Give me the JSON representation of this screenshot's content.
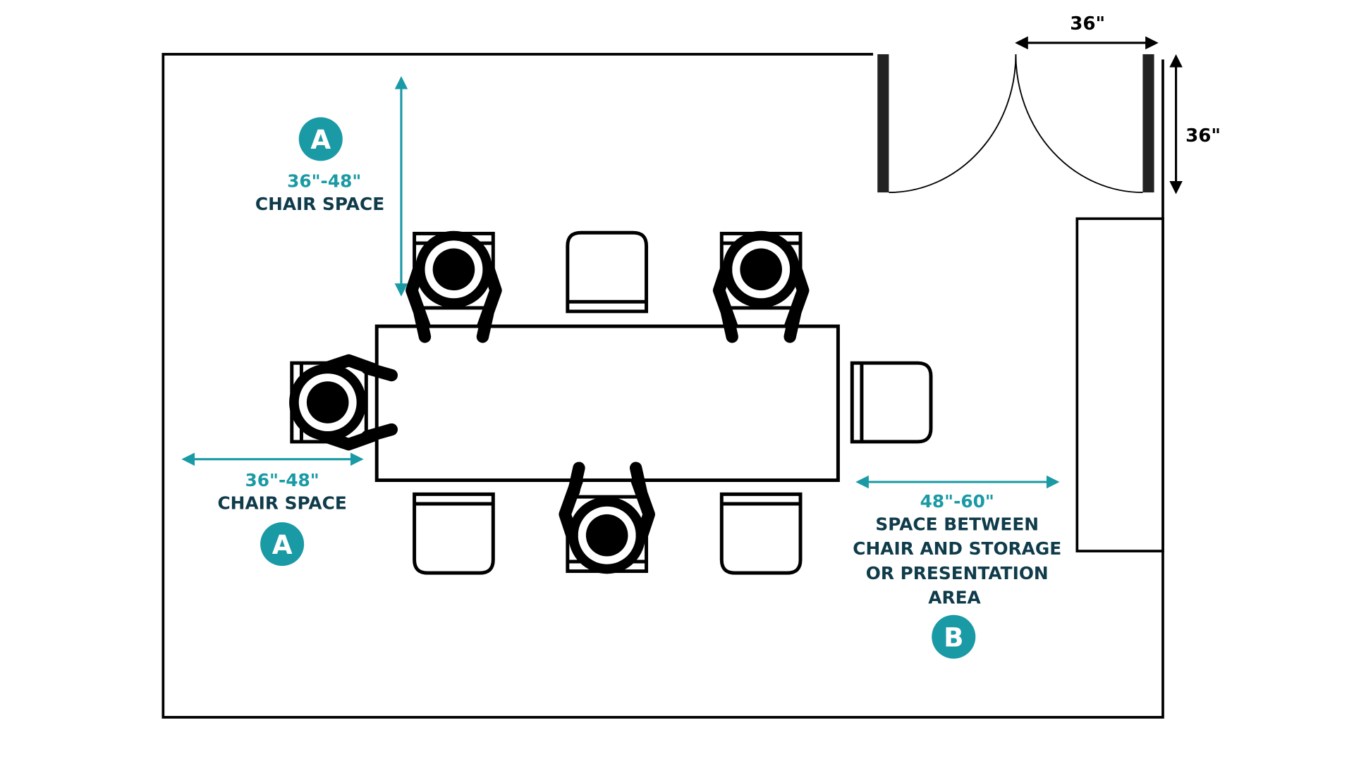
{
  "colors": {
    "accent": "#1a9aa5",
    "text_dark": "#0f3b4a",
    "line": "#000000",
    "background": "#ffffff"
  },
  "door": {
    "width_label": "36\"",
    "depth_label": "36\""
  },
  "callout_top": {
    "badge": "A",
    "range": "36\"-48\"",
    "caption": "CHAIR SPACE"
  },
  "callout_left": {
    "badge": "A",
    "range": "36\"-48\"",
    "caption": "CHAIR SPACE"
  },
  "callout_right": {
    "badge": "B",
    "range": "48\"-60\"",
    "caption_lines": [
      "SPACE BETWEEN",
      "CHAIR AND STORAGE",
      "OR PRESENTATION",
      "AREA"
    ]
  }
}
